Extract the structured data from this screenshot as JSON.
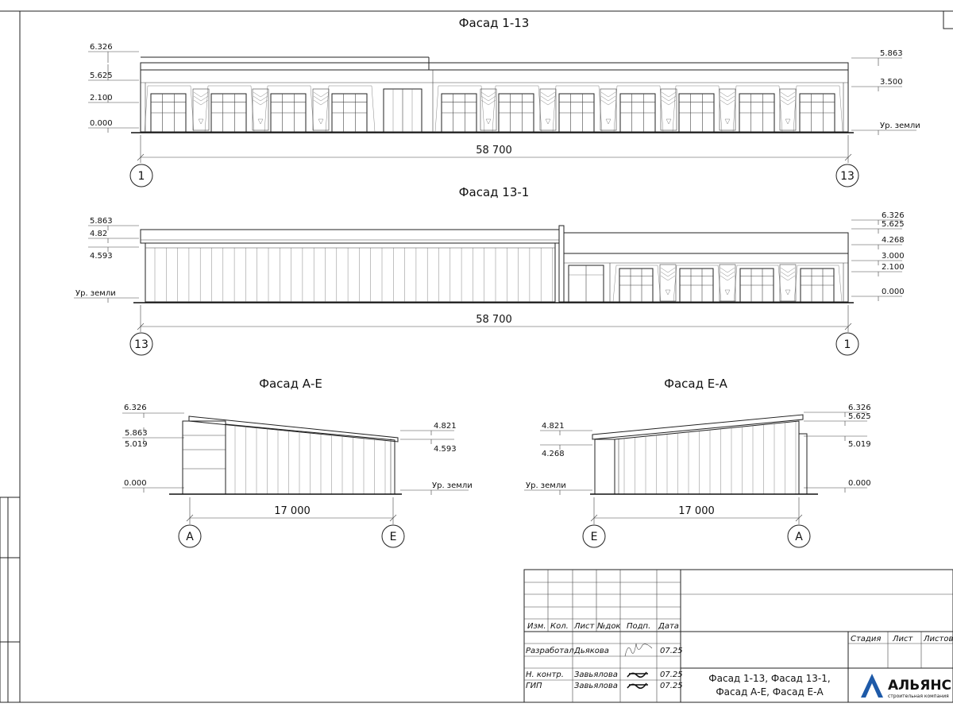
{
  "views": [
    {
      "title": "Фасад 1-13",
      "levels_left": [
        "6.326",
        "5.625",
        "2.100",
        "0.000"
      ],
      "levels_right": [
        "5.863",
        "3.500",
        "Ур. земли"
      ],
      "dimension": "58 700",
      "axes": [
        "1",
        "13"
      ]
    },
    {
      "title": "Фасад 13-1",
      "levels_left": [
        "5.863",
        "4.82",
        "4.593",
        "Ур. земли"
      ],
      "levels_right": [
        "6.326",
        "5.625",
        "4.268",
        "3.000",
        "2.100",
        "0.000"
      ],
      "dimension": "58 700",
      "axes": [
        "13",
        "1"
      ]
    },
    {
      "title": "Фасад А-Е",
      "levels_left": [
        "6.326",
        "5.863",
        "5.019",
        "0.000"
      ],
      "levels_right": [
        "4.821",
        "4.593",
        "Ур. земли"
      ],
      "dimension": "17 000",
      "axes": [
        "А",
        "Е"
      ]
    },
    {
      "title": "Фасад Е-А",
      "levels_left": [
        "4.821",
        "4.268",
        "Ур. земли"
      ],
      "levels_right": [
        "6.326",
        "5.625",
        "5.019",
        "0.000"
      ],
      "dimension": "17 000",
      "axes": [
        "Е",
        "А"
      ]
    }
  ],
  "title_block": {
    "headers": [
      "Изм.",
      "Кол.",
      "Лист",
      "№док",
      "Подп.",
      "Дата"
    ],
    "rows": [
      {
        "role": "Разработал",
        "name": "Дьякова",
        "date": "07.25"
      },
      {
        "role": "Н. контр.",
        "name": "Завьялова",
        "date": "07.25"
      },
      {
        "role": "ГИП",
        "name": "Завьялова",
        "date": "07.25"
      }
    ],
    "stage_headers": [
      "Стадия",
      "Лист",
      "Листов"
    ],
    "drawing_name_line1": "Фасад 1-13, Фасад 13-1,",
    "drawing_name_line2": "Фасад А-Е, Фасад Е-А",
    "company_name": "АЛЬЯНС",
    "company_sub": "строительная компания",
    "logo_color": "#1e5aa8"
  }
}
